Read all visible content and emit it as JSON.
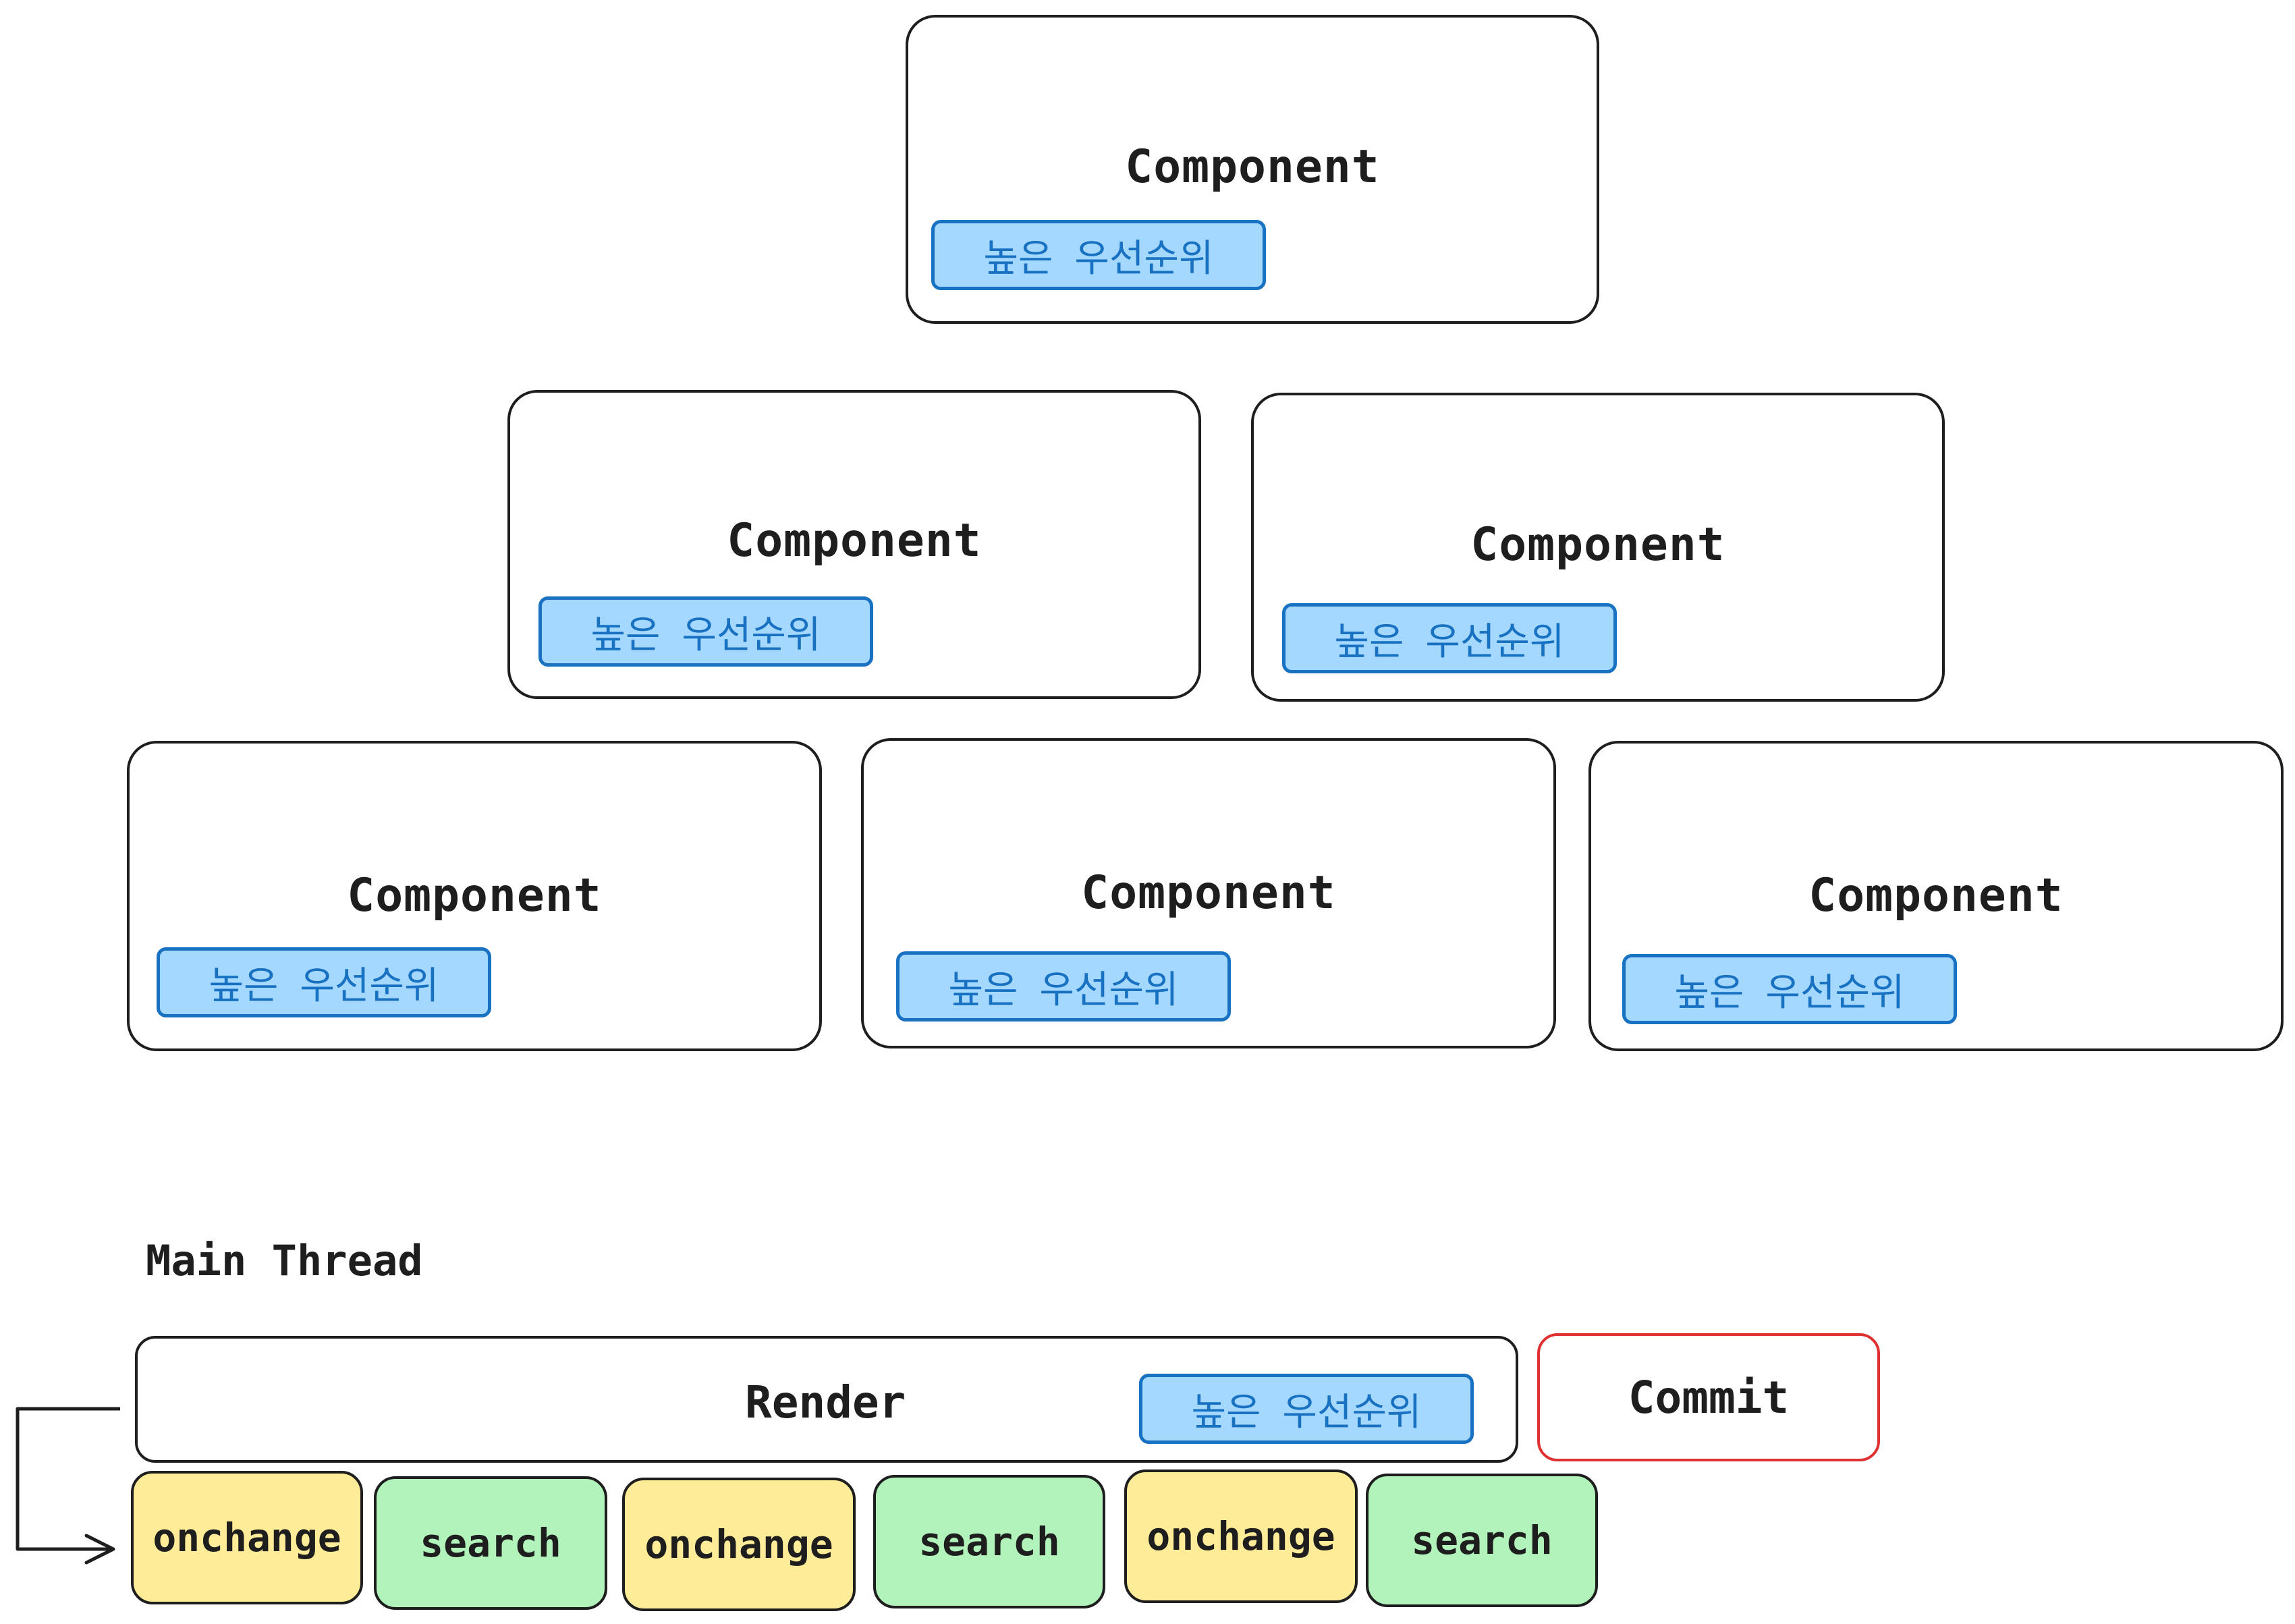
{
  "tree": {
    "components": [
      {
        "title": "Component",
        "priority": "높은 우선순위"
      },
      {
        "title": "Component",
        "priority": "높은 우선순위"
      },
      {
        "title": "Component",
        "priority": "높은 우선순위"
      },
      {
        "title": "Component",
        "priority": "높은 우선순위"
      },
      {
        "title": "Component",
        "priority": "높은 우선순위"
      },
      {
        "title": "Component",
        "priority": "높은 우선순위"
      }
    ]
  },
  "main_thread": {
    "title": "Main Thread",
    "render_label": "Render",
    "render_priority": "높은 우선순위",
    "commit_label": "Commit",
    "tasks": [
      "onchange",
      "search",
      "onchange",
      "search",
      "onchange",
      "search"
    ]
  },
  "colors": {
    "stroke": "#1e1e1e",
    "priority_fill": "#a5d8ff",
    "priority_stroke": "#1971c2",
    "commit_stroke": "#e03131",
    "onchange_fill": "#ffec99",
    "search_fill": "#b2f2bb"
  }
}
